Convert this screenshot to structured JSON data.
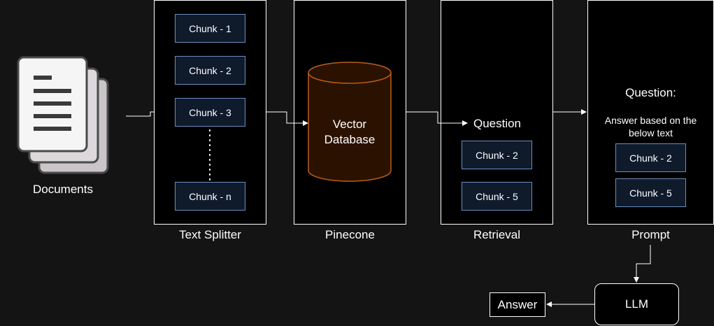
{
  "documents": {
    "label": "Documents"
  },
  "text_splitter": {
    "label": "Text Splitter",
    "chunks": [
      "Chunk - 1",
      "Chunk - 2",
      "Chunk - 3",
      "Chunk - n"
    ]
  },
  "pinecone": {
    "label": "Pinecone",
    "db_line1": "Vector",
    "db_line2": "Database"
  },
  "retrieval": {
    "label": "Retrieval",
    "question": "Question",
    "chunks": [
      "Chunk - 2",
      "Chunk - 5"
    ]
  },
  "prompt": {
    "label": "Prompt",
    "question": "Question:",
    "instruction_line1": "Answer based on the",
    "instruction_line2": "below text",
    "chunks": [
      "Chunk - 2",
      "Chunk - 5"
    ]
  },
  "llm": {
    "label": "LLM"
  },
  "answer": {
    "label": "Answer"
  },
  "colors": {
    "background": "#141414",
    "panel": "#000000",
    "chunk_fill": "#0f1a2b",
    "chunk_border": "#6c8ebf",
    "cylinder_fill": "#2b1200",
    "cylinder_border": "#b85c1c"
  }
}
